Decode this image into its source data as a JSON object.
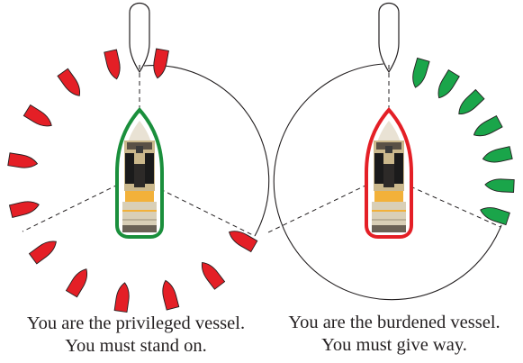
{
  "panels": [
    {
      "id": "privileged",
      "line1": "You are the privileged vessel.",
      "line2": "You must stand on.",
      "hull_outline_color": "#1a8f3c",
      "approaching_boat_color": "#e41f26",
      "approaching_boat_count": 12
    },
    {
      "id": "burdened",
      "line1": "You are the burdened vessel.",
      "line2": "You must give way.",
      "hull_outline_color": "#e41f26",
      "approaching_boat_color": "#1aa54a",
      "approaching_boat_count": 7
    }
  ],
  "colors": {
    "red": "#e41f26",
    "green": "#1aa54a",
    "line": "#231f20"
  }
}
